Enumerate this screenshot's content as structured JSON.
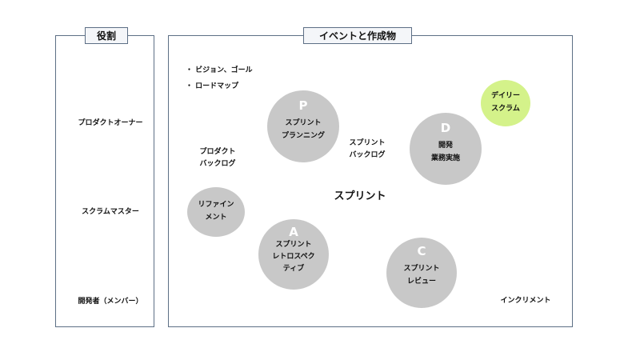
{
  "roles": {
    "title": "役割",
    "items": [
      {
        "label": "プロダクトオーナー",
        "icon": "product-owner-icon"
      },
      {
        "label": "スクラムマスター",
        "icon": "scrum-master-icon"
      },
      {
        "label": "開発者（メンバー）",
        "icon": "developers-icon"
      }
    ]
  },
  "events": {
    "title": "イベントと作成物",
    "vision_items": [
      "・ ビジョン、ゴール",
      "・ ロードマップ"
    ],
    "product_backlog": {
      "line1": "プロダクト",
      "line2": "バックログ"
    },
    "refinement": {
      "line1": "リファイン",
      "line2": "メント"
    },
    "planning": {
      "letter": "P",
      "line1": "スプリント",
      "line2": "プランニング"
    },
    "sprint_backlog": {
      "line1": "スプリント",
      "line2": "バックログ"
    },
    "sprint_label": "スプリント",
    "development": {
      "letter": "D",
      "line1": "開発",
      "line2": "業務実施"
    },
    "daily_scrum": {
      "line1": "デイリー",
      "line2": "スクラム"
    },
    "retrospective": {
      "letter": "A",
      "line1": "スプリント",
      "line2": "レトロスペク",
      "line3": "ティブ"
    },
    "review": {
      "letter": "C",
      "line1": "スプリント",
      "line2": "レビュー"
    },
    "increment": "インクリメント"
  },
  "colors": {
    "border": "#5d6f85",
    "circle_gray": "#c8c8c8",
    "daily_scrum_green": "#d4f28a",
    "cycle_arrow_blue": "#9fd0ec",
    "backlog_blue": "#3a95e8",
    "backlog_gray": "#8a8a8a"
  }
}
